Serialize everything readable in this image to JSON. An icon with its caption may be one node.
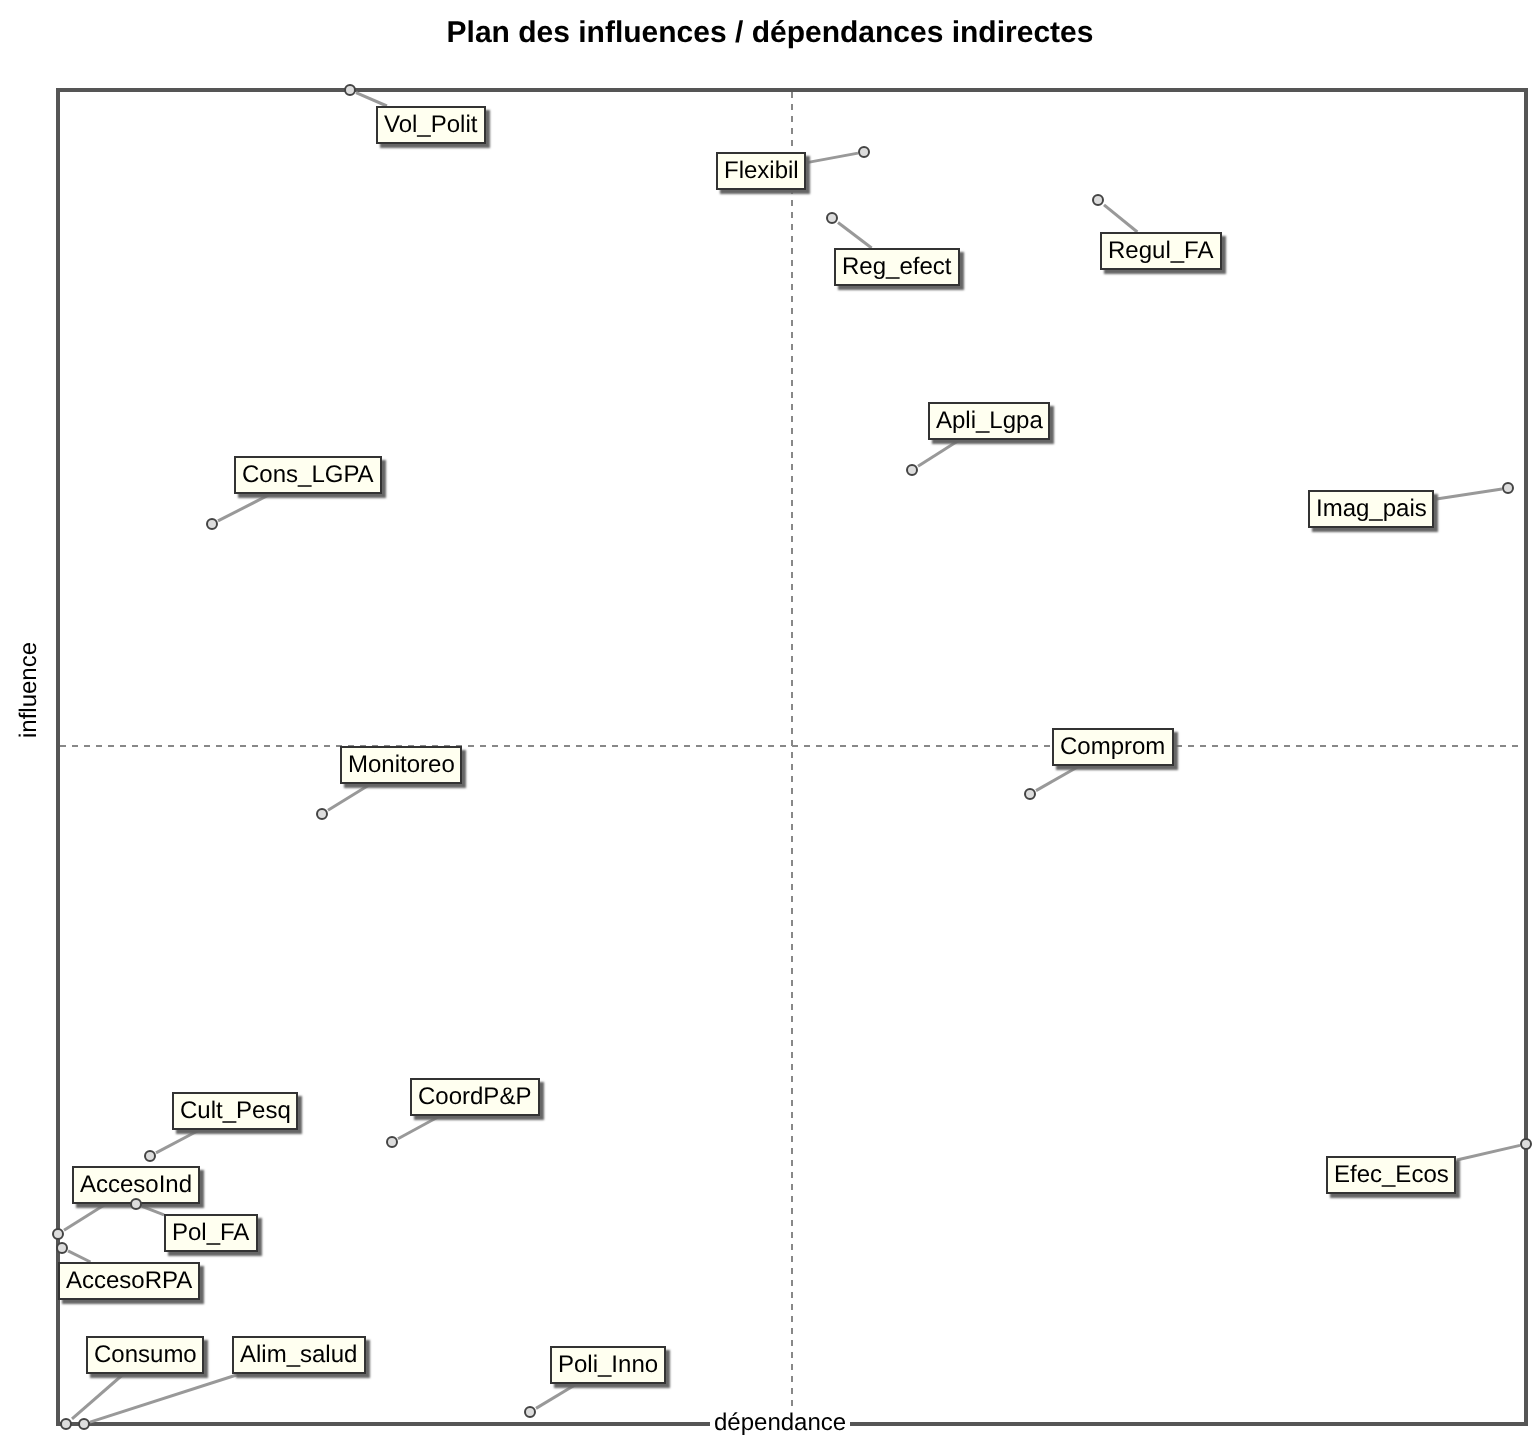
{
  "diagram": {
    "title": "Plan des influences / dépendances indirectes",
    "nodes": [
      {
        "text": [
          "Vol_Polit"
        ]
      },
      {
        "text": [],
        "shape": "circle"
      },
      {
        "text": [
          "Flexibil"
        ]
      },
      {
        "text": [],
        "shape": "circle"
      },
      {
        "text": [
          "Reg_efect"
        ]
      },
      {
        "text": [],
        "shape": "circle"
      },
      {
        "text": [
          "Regul_FA"
        ]
      },
      {
        "text": [],
        "shape": "circle"
      },
      {
        "text": [
          "Apli_Lgpa"
        ]
      },
      {
        "text": [],
        "shape": "circle"
      },
      {
        "text": [
          "Cons_LGPA"
        ]
      },
      {
        "text": [],
        "shape": "circle"
      },
      {
        "text": [
          "Imag_pais"
        ]
      },
      {
        "text": [],
        "shape": "circle"
      },
      {
        "text": [
          "Monitoreo"
        ]
      },
      {
        "text": [],
        "shape": "circle"
      },
      {
        "text": [
          "Comprom"
        ]
      },
      {
        "text": [],
        "shape": "circle"
      },
      {
        "text": [
          "CoordP&P"
        ]
      },
      {
        "text": [],
        "shape": "circle"
      },
      {
        "text": [
          "Cult_Pesq"
        ]
      },
      {
        "text": [],
        "shape": "circle"
      },
      {
        "text": [
          "Efec_Ecos"
        ]
      },
      {
        "text": [],
        "shape": "circle"
      },
      {
        "text": [
          "AccesoInd"
        ]
      },
      {
        "text": [],
        "shape": "circle"
      },
      {
        "text": [
          "Pol_FA"
        ]
      },
      {
        "text": [],
        "shape": "circle"
      },
      {
        "text": [
          "AccesoRPA"
        ]
      },
      {
        "text": [],
        "shape": "circle"
      },
      {
        "text": [
          "Consumo"
        ]
      },
      {
        "text": [],
        "shape": "circle"
      },
      {
        "text": [
          "Alim_salud"
        ]
      },
      {
        "text": [],
        "shape": "circle"
      },
      {
        "text": [
          "Poli_Inno"
        ]
      },
      {
        "text": [],
        "shape": "circle"
      }
    ],
    "edges": [
      {
        "from": 0,
        "to": 1,
        "arrow": "none"
      },
      {
        "from": 2,
        "to": 3,
        "arrow": "none"
      },
      {
        "from": 4,
        "to": 5,
        "arrow": "none"
      },
      {
        "from": 6,
        "to": 7,
        "arrow": "none"
      },
      {
        "from": 8,
        "to": 9,
        "arrow": "none"
      },
      {
        "from": 10,
        "to": 11,
        "arrow": "none"
      },
      {
        "from": 12,
        "to": 13,
        "arrow": "none"
      },
      {
        "from": 14,
        "to": 15,
        "arrow": "none"
      },
      {
        "from": 16,
        "to": 17,
        "arrow": "none"
      },
      {
        "from": 18,
        "to": 19,
        "arrow": "none"
      },
      {
        "from": 20,
        "to": 21,
        "arrow": "none"
      },
      {
        "from": 22,
        "to": 23,
        "arrow": "none"
      },
      {
        "from": 24,
        "to": 25,
        "arrow": "none"
      },
      {
        "from": 26,
        "to": 27,
        "arrow": "none"
      },
      {
        "from": 28,
        "to": 29,
        "arrow": "none"
      },
      {
        "from": 30,
        "to": 31,
        "arrow": "none"
      },
      {
        "from": 32,
        "to": 33,
        "arrow": "none"
      },
      {
        "from": 34,
        "to": 35,
        "arrow": "none"
      }
    ],
    "labels": [
      "influence",
      "dépendance"
    ]
  }
}
